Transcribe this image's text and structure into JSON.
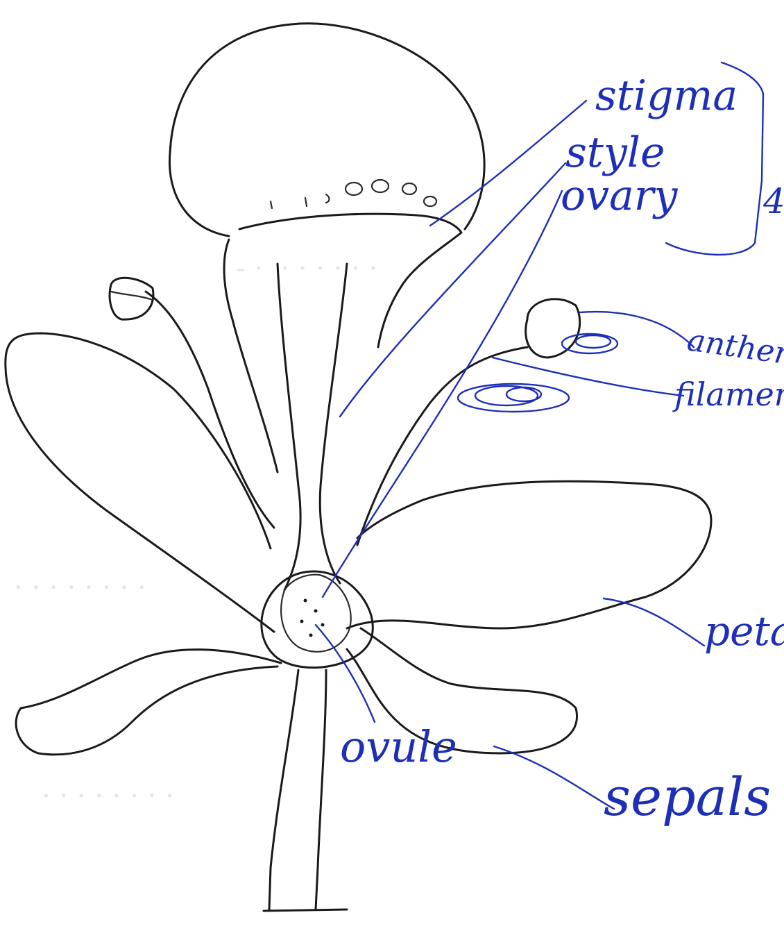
{
  "labels": {
    "stigma": "stigma",
    "style": "style",
    "ovary": "ovary",
    "bracket_note": "4",
    "anthers": "anthers",
    "filament": "filament",
    "petal": "petal",
    "ovule": "ovule",
    "sepals": "sepals"
  },
  "colors": {
    "pencil": "#1a1a1a",
    "pen": "#1d2fb8",
    "paper": "#ffffff"
  }
}
